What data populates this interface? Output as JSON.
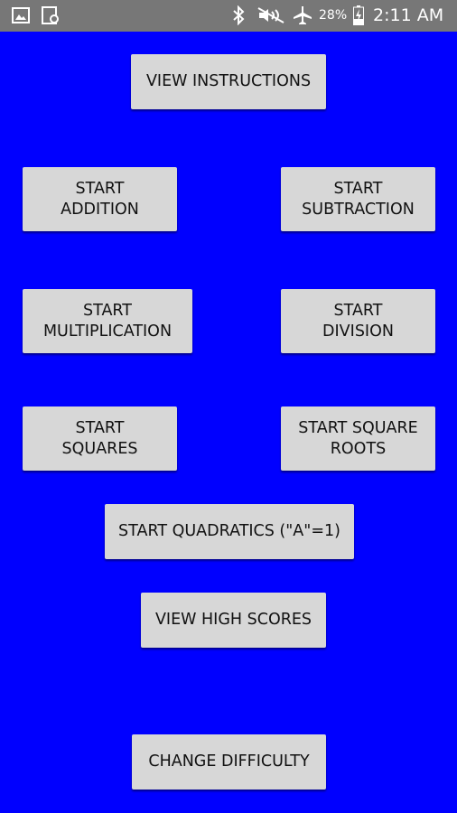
{
  "status_bar": {
    "battery_percent": "28%",
    "time": "2:11 AM",
    "icons": [
      "gallery-icon",
      "screenshot-icon",
      "bluetooth-icon",
      "mute-icon",
      "airplane-mode-icon",
      "battery-charging-icon"
    ]
  },
  "colors": {
    "background": "#0000ff",
    "button": "#d7d7d7",
    "status_bar": "#777777"
  },
  "buttons": {
    "view_instructions": "VIEW INSTRUCTIONS",
    "start_addition": "START\nADDITION",
    "start_subtraction": "START\nSUBTRACTION",
    "start_multiplication": "START\nMULTIPLICATION",
    "start_division": "START\nDIVISION",
    "start_squares": "START\nSQUARES",
    "start_square_roots": "START SQUARE\nROOTS",
    "start_quadratics": "START QUADRATICS (\"A\"=1)",
    "view_high_scores": "VIEW HIGH SCORES",
    "change_difficulty": "CHANGE DIFFICULTY"
  }
}
